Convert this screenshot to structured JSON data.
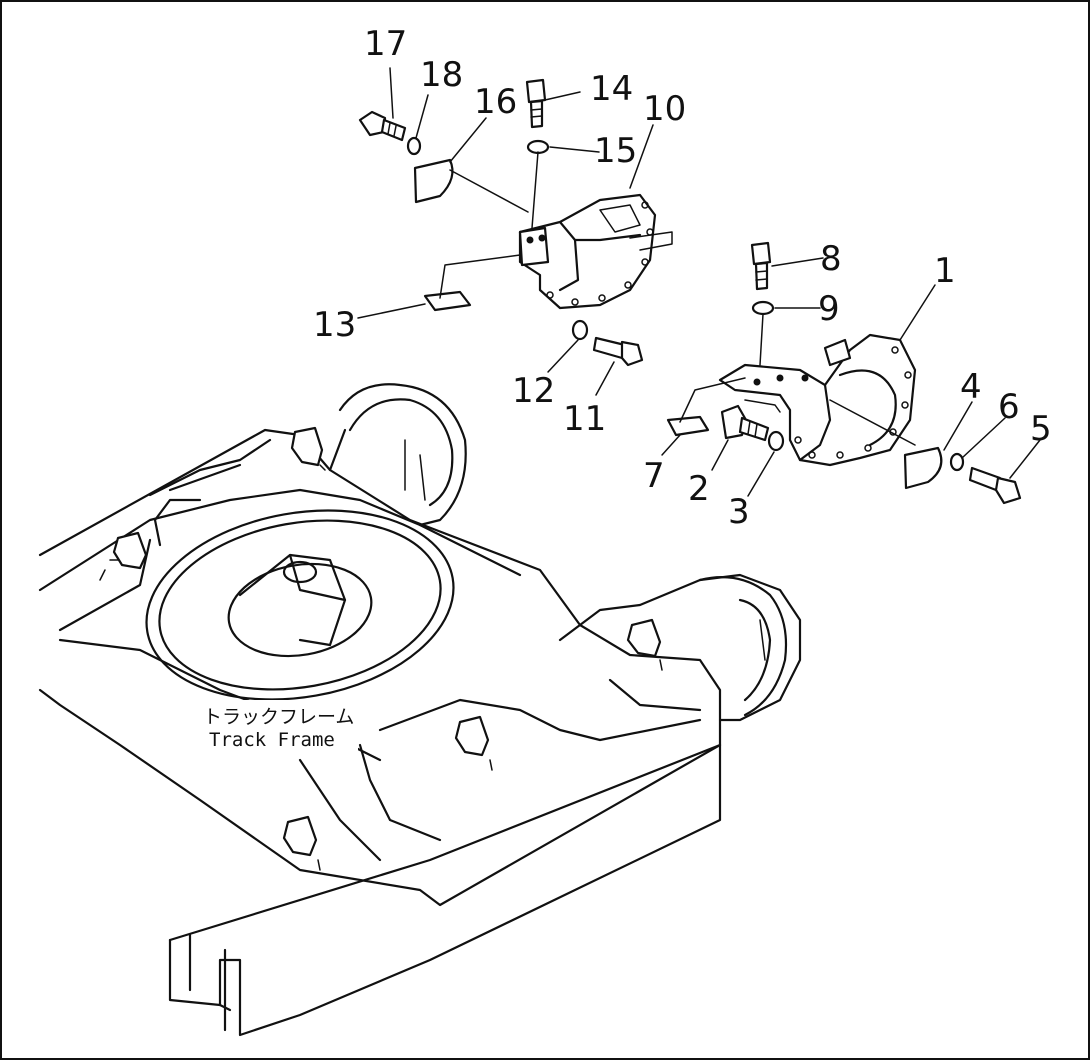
{
  "callouts": {
    "c1": "1",
    "c2": "2",
    "c3": "3",
    "c4": "4",
    "c5": "5",
    "c6": "6",
    "c7": "7",
    "c8": "8",
    "c9": "9",
    "c10": "10",
    "c11": "11",
    "c12": "12",
    "c13": "13",
    "c14": "14",
    "c15": "15",
    "c16": "16",
    "c17": "17",
    "c18": "18"
  },
  "frame_label": {
    "japanese": "トラックフレーム",
    "english": "Track Frame"
  }
}
